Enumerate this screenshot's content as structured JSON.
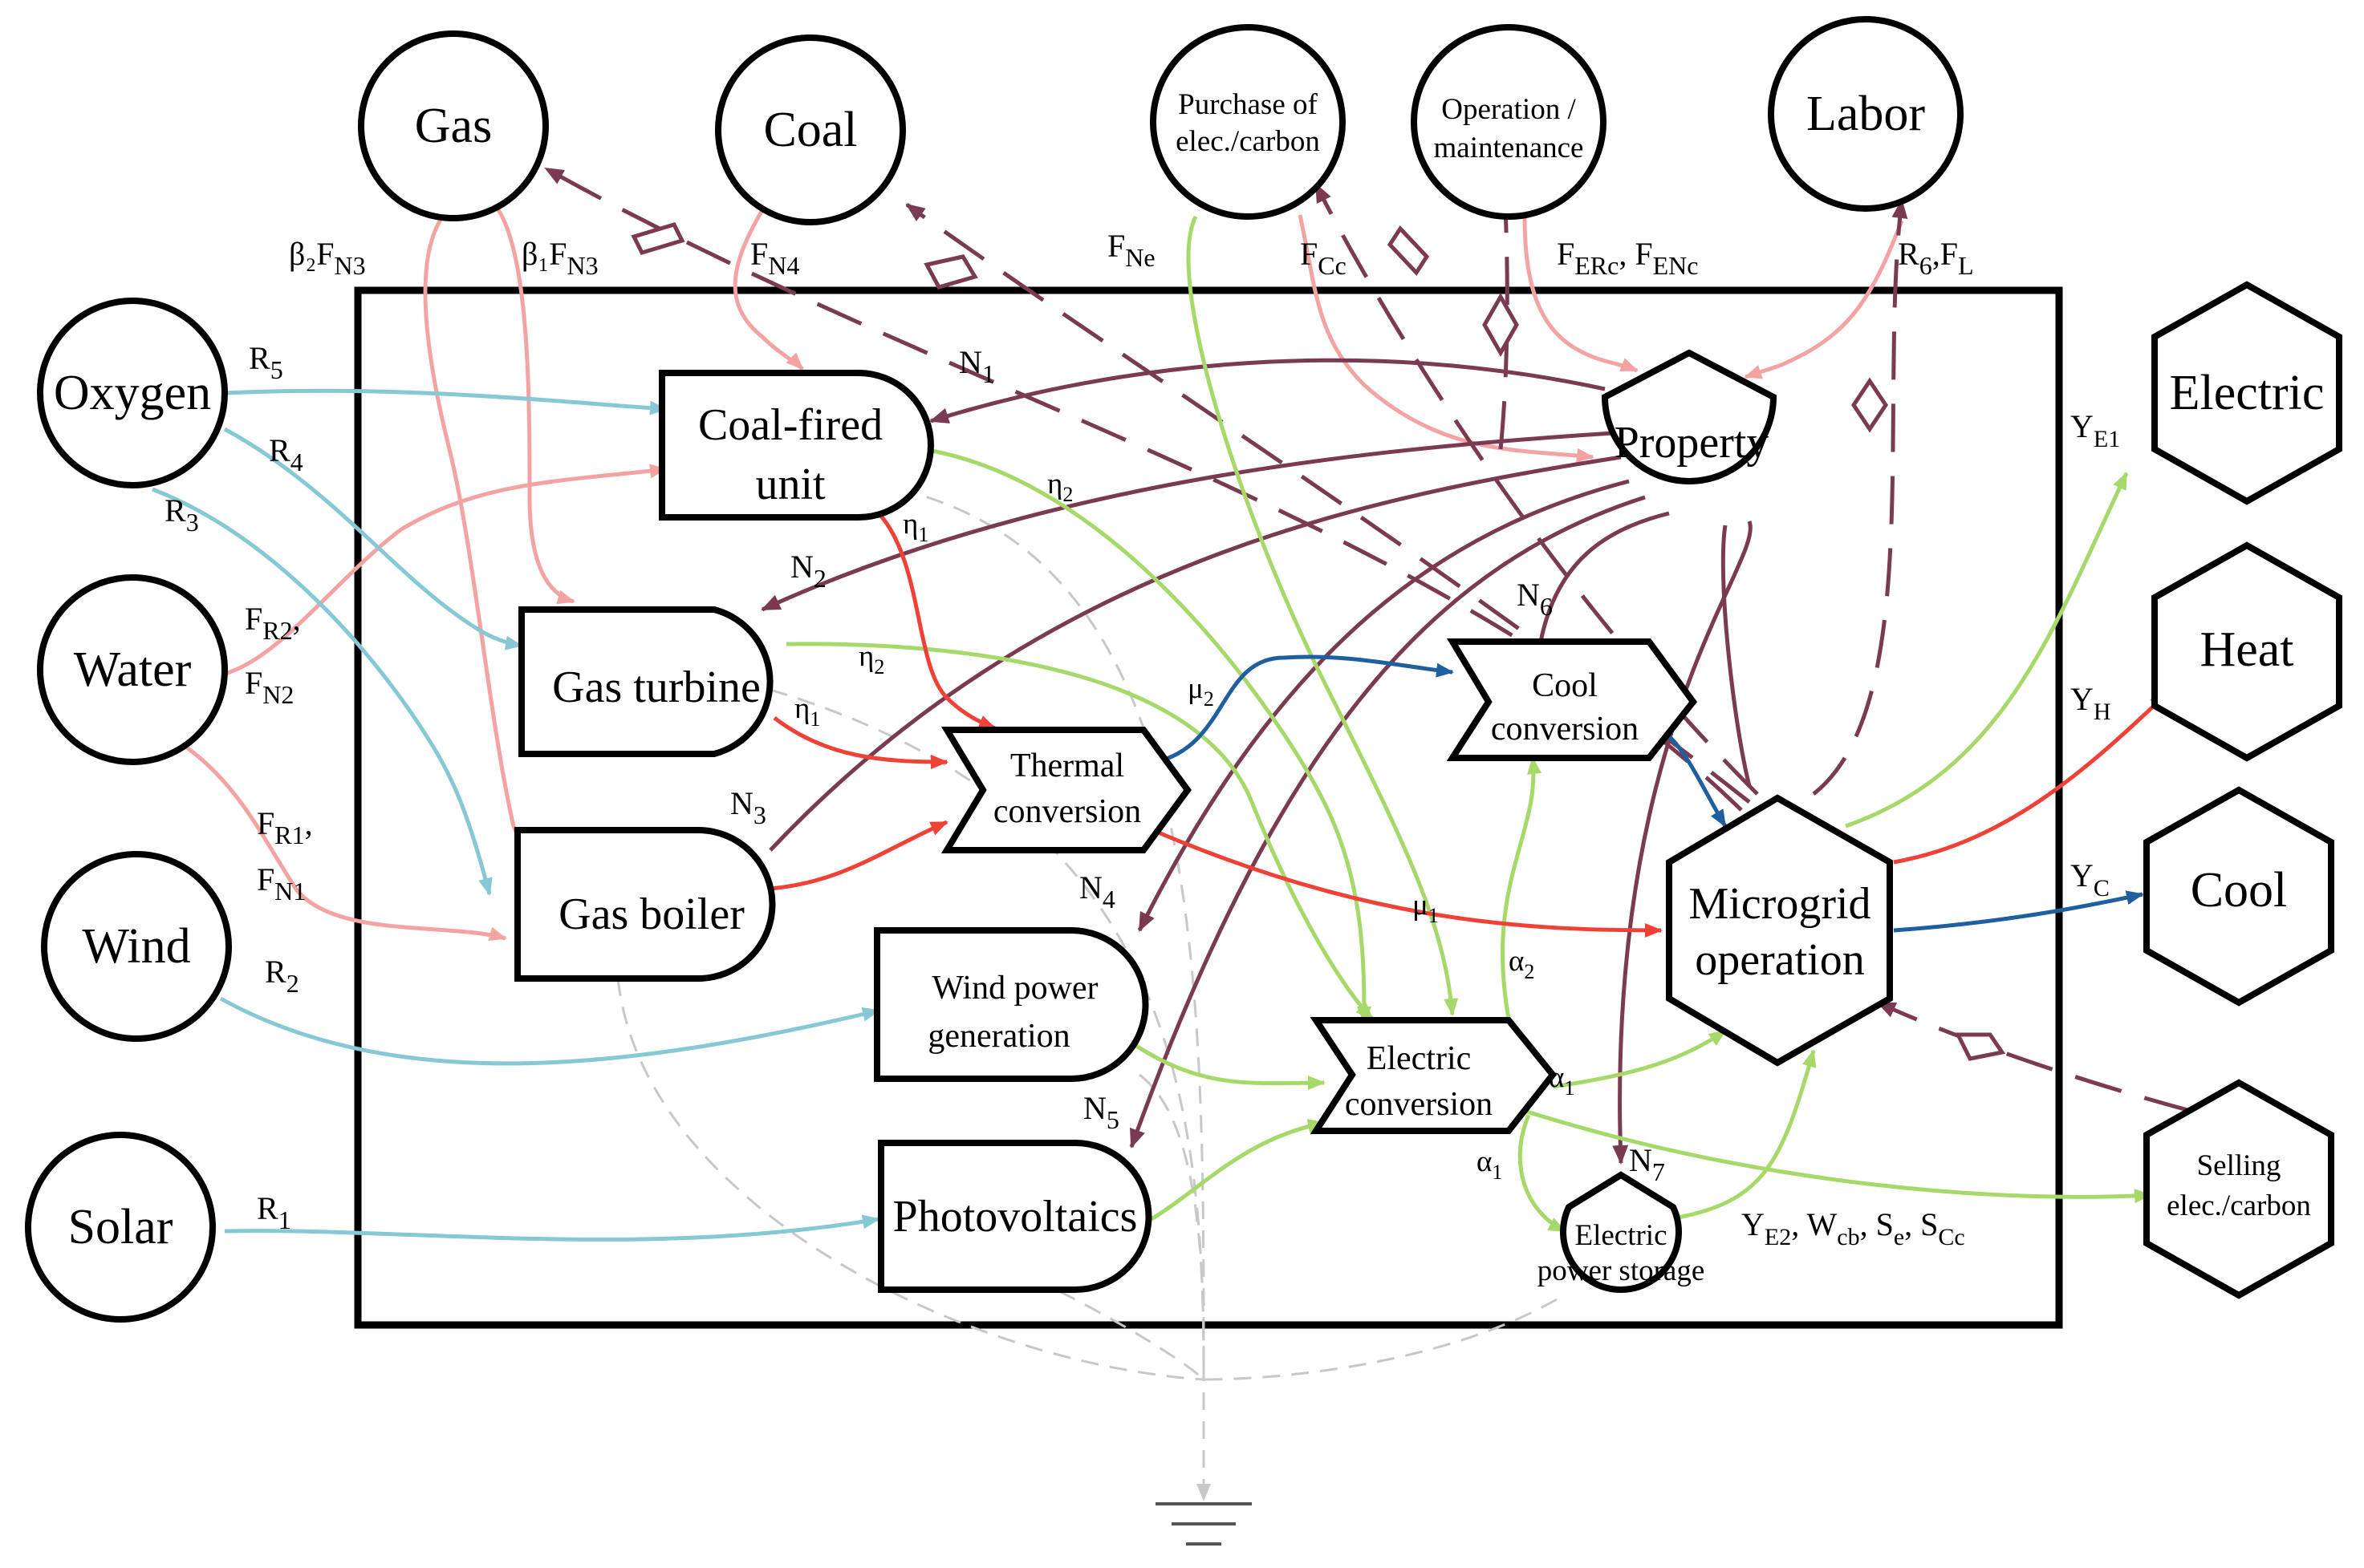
{
  "inputs": {
    "gas": "Gas",
    "coal": "Coal",
    "purchase": [
      "Purchase of",
      "elec./carbon"
    ],
    "operation": [
      "Operation /",
      "maintenance"
    ],
    "labor": "Labor",
    "oxygen": "Oxygen",
    "water": "Water",
    "wind": "Wind",
    "solar": "Solar"
  },
  "units": {
    "coal_fired": [
      "Coal-fired",
      "unit"
    ],
    "gas_turbine": "Gas turbine",
    "gas_boiler": "Gas boiler",
    "wind_power": [
      "Wind power",
      "generation"
    ],
    "photovoltaics": "Photovoltaics",
    "thermal": [
      "Thermal",
      "conversion"
    ],
    "cool_conv": [
      "Cool",
      "conversion"
    ],
    "electric_conv": [
      "Electric",
      "conversion"
    ],
    "property": "Property",
    "microgrid": [
      "Microgrid",
      "operation"
    ],
    "storage": [
      "Electric",
      "power storage"
    ]
  },
  "outputs": {
    "electric": "Electric",
    "heat": "Heat",
    "cool": "Cool",
    "selling": [
      "Selling",
      "elec./carbon"
    ]
  },
  "labels": {
    "b2fn3": {
      "main": "β₂F",
      "sub": "N3"
    },
    "b1fn3": {
      "main": "β₁F",
      "sub": "N3"
    },
    "fn4": {
      "main": "F",
      "sub": "N4"
    },
    "fne": {
      "main": "F",
      "sub": "Ne"
    },
    "fcc": {
      "main": "F",
      "sub": "Cc"
    },
    "ferc": {
      "main": "F",
      "sub": "ERc",
      "sep": ", ",
      "main2": "F",
      "sub2": "ENc"
    },
    "r6fl": {
      "main": "R",
      "sub": "6",
      "sep": ",F",
      "sub2": "L"
    },
    "r5": {
      "main": "R",
      "sub": "5"
    },
    "r4": {
      "main": "R",
      "sub": "4"
    },
    "r3": {
      "main": "R",
      "sub": "3"
    },
    "fr2": {
      "main": "F",
      "sub": "R2",
      "sep": ","
    },
    "fn2": {
      "main": "F",
      "sub": "N2"
    },
    "fr1": {
      "main": "F",
      "sub": "R1",
      "sep": ","
    },
    "fn1": {
      "main": "F",
      "sub": "N1"
    },
    "r2": {
      "main": "R",
      "sub": "2"
    },
    "r1": {
      "main": "R",
      "sub": "1"
    },
    "n1": {
      "main": "N",
      "sub": "1"
    },
    "n2": {
      "main": "N",
      "sub": "2"
    },
    "n3": {
      "main": "N",
      "sub": "3"
    },
    "n4": {
      "main": "N",
      "sub": "4"
    },
    "n5": {
      "main": "N",
      "sub": "5"
    },
    "n6": {
      "main": "N",
      "sub": "6"
    },
    "n7": {
      "main": "N",
      "sub": "7"
    },
    "eta2a": {
      "main": "η",
      "sub": "2"
    },
    "eta1a": {
      "main": "η",
      "sub": "1"
    },
    "eta2b": {
      "main": "η",
      "sub": "2"
    },
    "eta1b": {
      "main": "η",
      "sub": "1"
    },
    "mu2": {
      "main": "μ",
      "sub": "2"
    },
    "mu1": {
      "main": "μ",
      "sub": "1"
    },
    "alpha2": {
      "main": "α",
      "sub": "2"
    },
    "alpha1a": {
      "main": "α",
      "sub": "1"
    },
    "alpha1b": {
      "main": "α",
      "sub": "1"
    },
    "ye1": {
      "main": "Y",
      "sub": "E1"
    },
    "yh": {
      "main": "Y",
      "sub": "H"
    },
    "yc": {
      "main": "Y",
      "sub": "C"
    },
    "ye2": {
      "main": "Y",
      "sub": "E2",
      "sep": ", W",
      "sub2": "cb",
      "sep2": ", S",
      "sub3": "e",
      "sep3": ", S",
      "sub4": "Cc"
    }
  },
  "colors": {
    "fuel_flow": "#f4a3a3",
    "resource_flow": "#86c8d4",
    "capital_flow": "#7a3b52",
    "electric_flow": "#a6d96a",
    "heat_flow": "#ef4136",
    "cool_flow": "#1f5fa0",
    "loss_flow": "#c8c8c8"
  }
}
